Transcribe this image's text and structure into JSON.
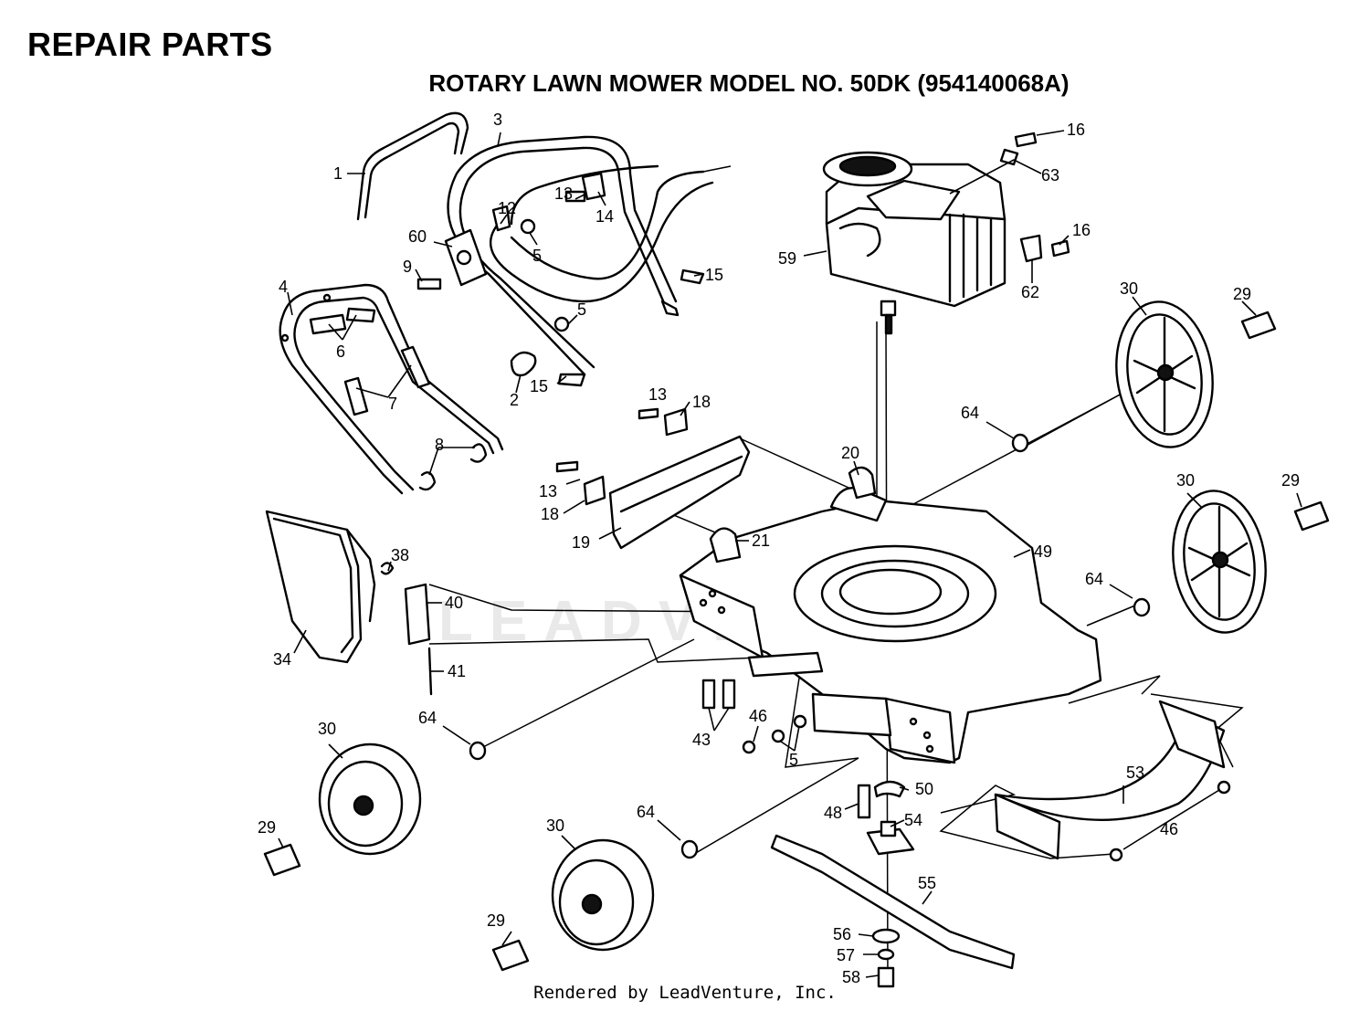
{
  "header": {
    "page_title": "REPAIR PARTS",
    "diagram_title": "ROTARY LAWN MOWER MODEL NO. 50DK (954140068A)"
  },
  "watermark": "LEADVENTURE",
  "footer": "Rendered by LeadVenture, Inc.",
  "callouts": [
    "1",
    "3",
    "12",
    "13",
    "14",
    "60",
    "9",
    "5",
    "4",
    "6",
    "7",
    "8",
    "2",
    "15",
    "16",
    "63",
    "59",
    "62",
    "16",
    "30",
    "29",
    "64",
    "18",
    "13",
    "20",
    "13",
    "18",
    "19",
    "21",
    "49",
    "38",
    "40",
    "34",
    "41",
    "30",
    "29",
    "64",
    "30",
    "64",
    "43",
    "46",
    "5",
    "50",
    "48",
    "54",
    "53",
    "46",
    "55",
    "56",
    "57",
    "58",
    "30",
    "29",
    "64",
    "29",
    "15",
    "5"
  ],
  "colors": {
    "line": "#000000",
    "background": "#ffffff",
    "watermark": "#e9e9e9"
  }
}
